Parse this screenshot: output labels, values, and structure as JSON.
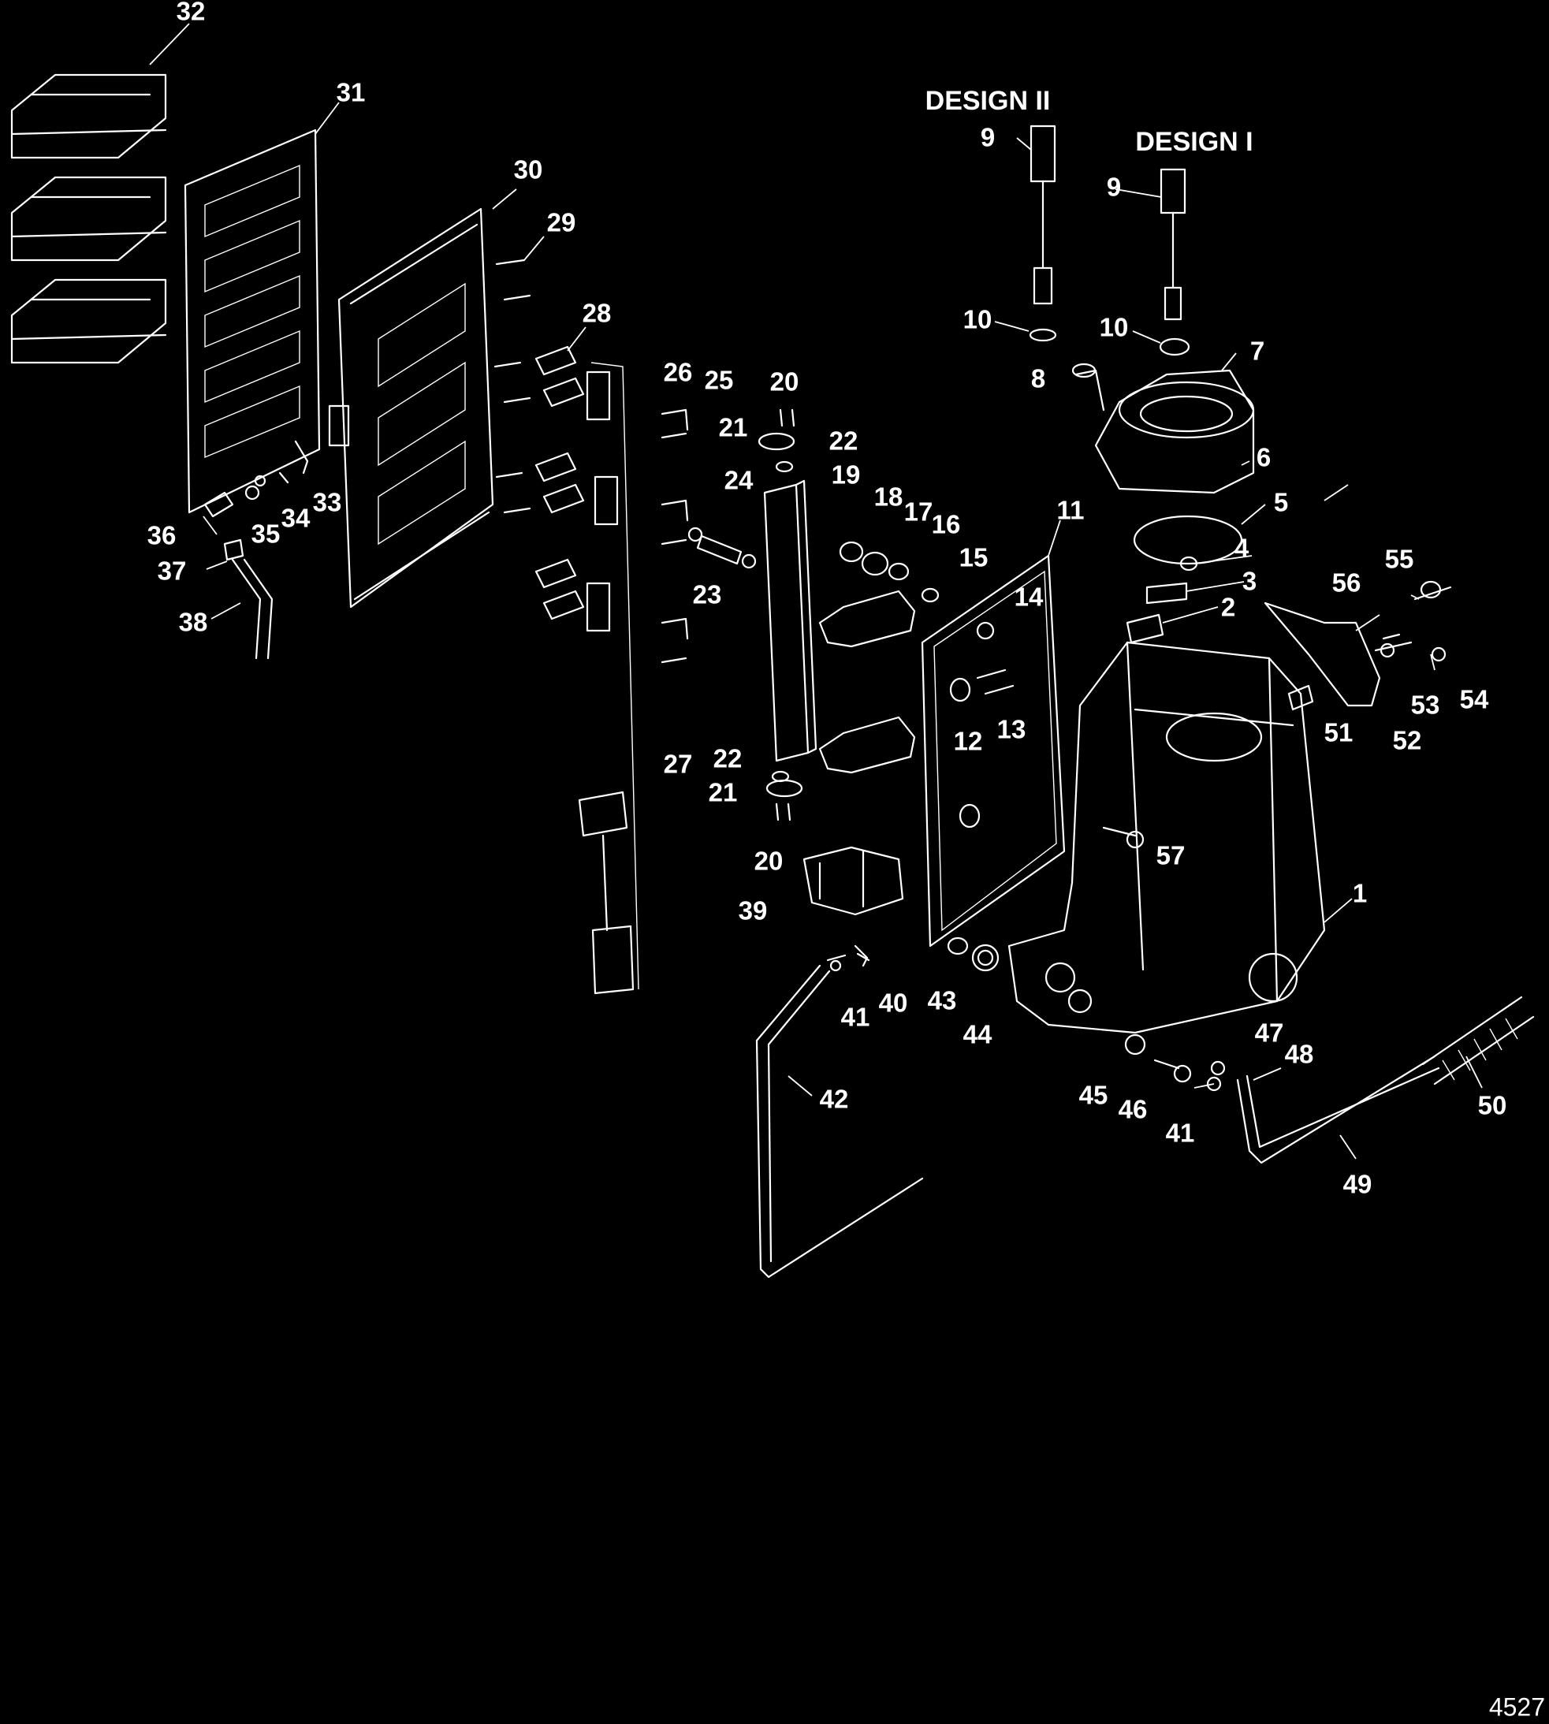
{
  "labels": {
    "design_ii": "DESIGN II",
    "design_i": "DESIGN I",
    "figure_number": "4527"
  },
  "callouts": [
    "1",
    "2",
    "3",
    "4",
    "5",
    "6",
    "7",
    "8",
    "9",
    "9",
    "10",
    "10",
    "11",
    "12",
    "13",
    "14",
    "15",
    "16",
    "17",
    "18",
    "19",
    "20",
    "20",
    "21",
    "21",
    "22",
    "22",
    "23",
    "24",
    "25",
    "26",
    "27",
    "28",
    "29",
    "30",
    "31",
    "32",
    "33",
    "34",
    "35",
    "36",
    "37",
    "38",
    "39",
    "40",
    "41",
    "41",
    "42",
    "43",
    "44",
    "45",
    "46",
    "47",
    "48",
    "49",
    "50",
    "51",
    "52",
    "53",
    "54",
    "55",
    "56",
    "57"
  ],
  "colors": {
    "background": "#000000",
    "line": "#ffffff"
  }
}
